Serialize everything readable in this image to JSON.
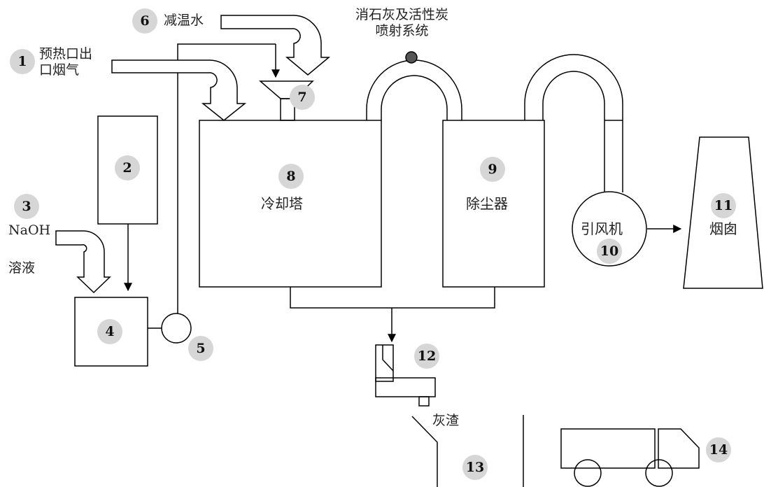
{
  "labels": {
    "flue_gas": "预热口出\n口烟气",
    "cooling_water": "减温水",
    "spray_system": "消石灰及活性炭\n喷射系统",
    "naoh": "NaOH",
    "solution": "溶液",
    "cooling_tower": "冷却塔",
    "dust_collector": "除尘器",
    "fan": "引风机",
    "chimney": "烟囱",
    "ash": "灰渣"
  },
  "numbers": {
    "n1": "1",
    "n2": "2",
    "n3": "3",
    "n4": "4",
    "n5": "5",
    "n6": "6",
    "n7": "7",
    "n8": "8",
    "n9": "9",
    "n10": "10",
    "n11": "11",
    "n12": "12",
    "n13": "13",
    "n14": "14"
  }
}
